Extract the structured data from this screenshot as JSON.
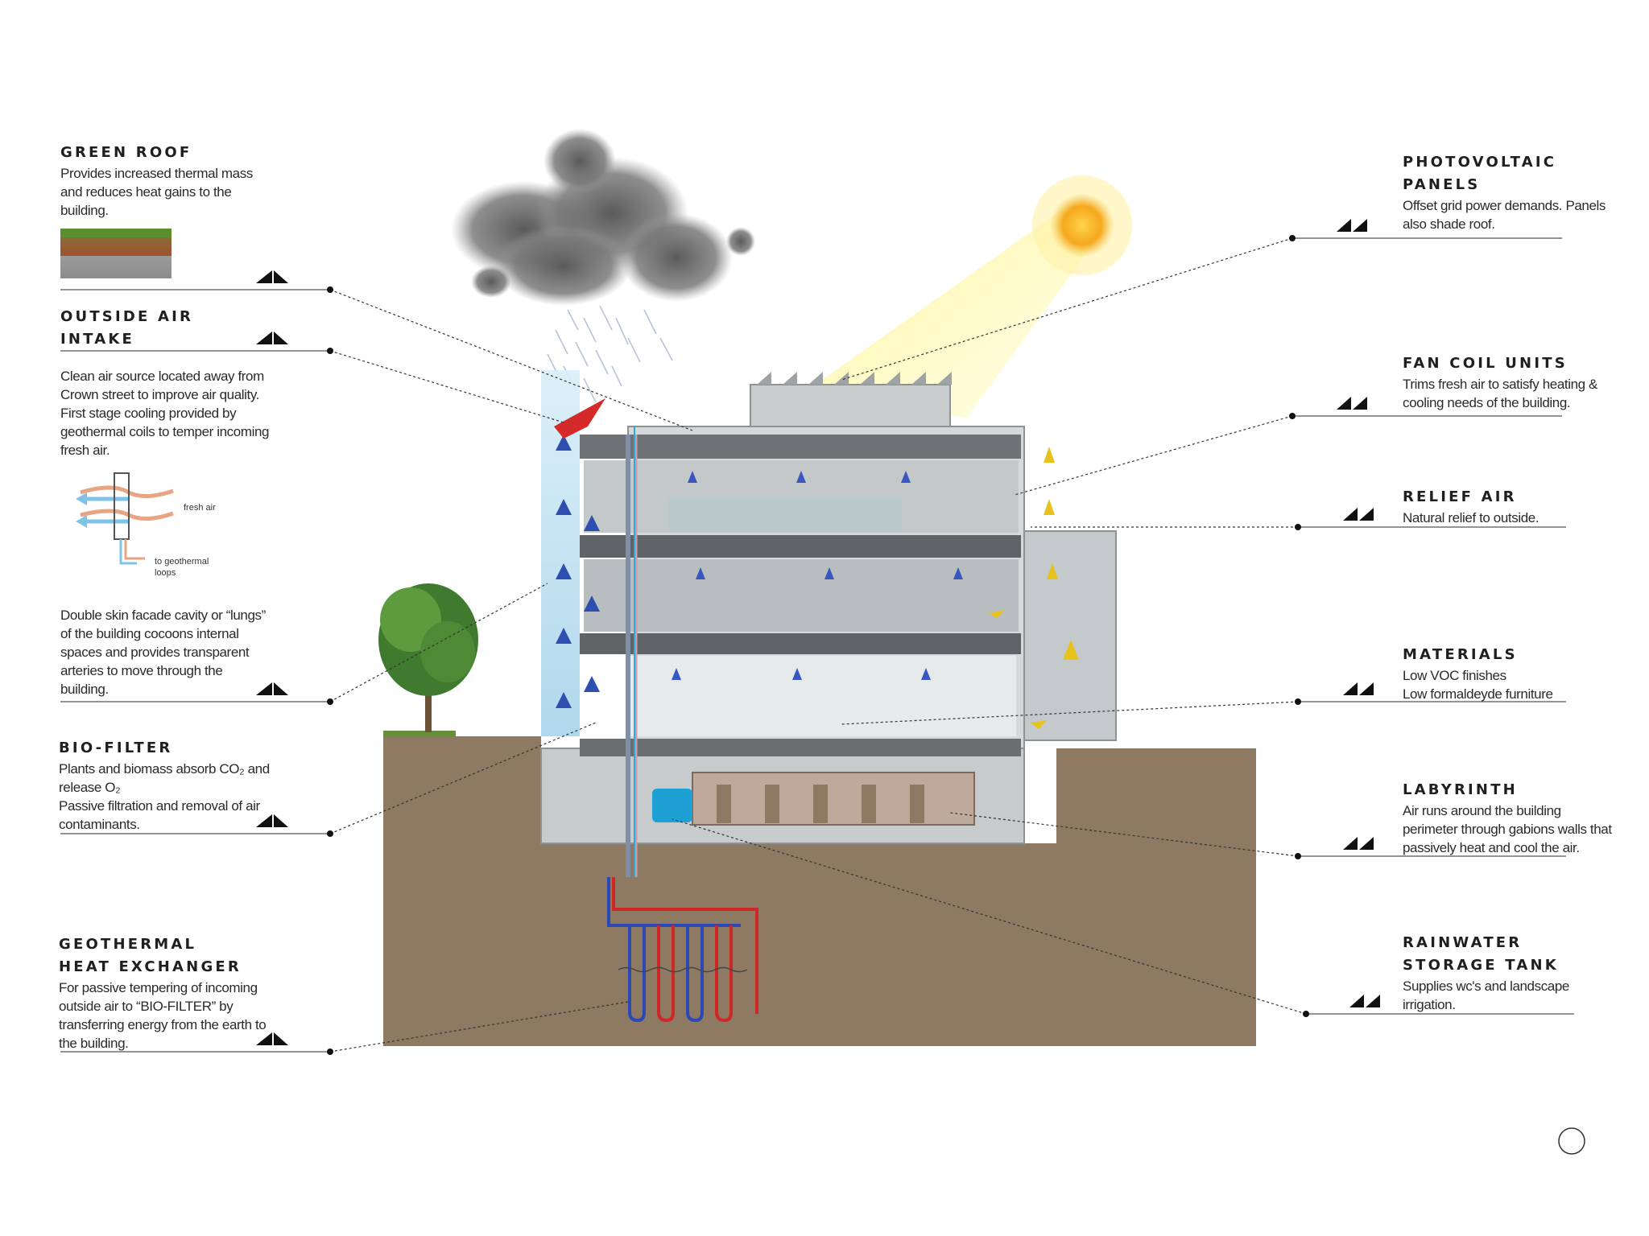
{
  "callouts_left": [
    {
      "id": "green-roof",
      "title": [
        "GREEN ROOF"
      ],
      "body": [
        "Provides increased thermal mass",
        "and reduces heat gains to the",
        "building."
      ]
    },
    {
      "id": "outside-air-intake",
      "title": [
        "OUTSIDE AIR",
        "INTAKE"
      ],
      "body": []
    },
    {
      "id": "intake-desc",
      "title": [],
      "body": [
        "Clean air source located away from",
        "Crown street to improve air quality.",
        "First stage cooling provided by",
        "geothermal coils to temper incoming",
        "fresh air."
      ]
    },
    {
      "id": "double-skin",
      "title": [],
      "body": [
        "Double skin facade cavity or “lungs”",
        "of the building cocoons internal",
        "spaces and provides transparent",
        "arteries to move through the",
        "building."
      ]
    },
    {
      "id": "bio-filter",
      "title": [
        "BIO-FILTER"
      ],
      "body": [
        "Plants and biomass absorb CO₂ and",
        "release O₂",
        "Passive filtration and removal of air",
        "contaminants."
      ]
    },
    {
      "id": "geothermal",
      "title": [
        "GEOTHERMAL",
        "HEAT EXCHANGER"
      ],
      "body": [
        "For passive tempering of incoming",
        "outside air to “BIO-FILTER” by",
        "transferring energy from the earth to",
        "the building."
      ]
    }
  ],
  "callouts_right": [
    {
      "id": "photovoltaic",
      "title": [
        "PHOTOVOLTAIC",
        "PANELS"
      ],
      "body": [
        "Offset grid power demands. Panels",
        "also shade roof."
      ]
    },
    {
      "id": "fan-coil",
      "title": [
        "FAN COIL UNITS"
      ],
      "body": [
        "Trims fresh air to satisfy heating &",
        "cooling needs of the building."
      ]
    },
    {
      "id": "relief-air",
      "title": [
        "RELIEF AIR"
      ],
      "body": [
        "Natural relief to outside."
      ]
    },
    {
      "id": "materials",
      "title": [
        "MATERIALS"
      ],
      "body": [
        "Low VOC finishes",
        "Low formaldeyde furniture"
      ]
    },
    {
      "id": "labyrinth",
      "title": [
        "LABYRINTH"
      ],
      "body": [
        "Air runs around the building",
        "perimeter through gabions walls that",
        "passively heat and cool the air."
      ]
    },
    {
      "id": "rainwater",
      "title": [
        "RAINWATER",
        "STORAGE TANK"
      ],
      "body": [
        "Supplies wc's and landscape",
        "irrigation."
      ]
    }
  ],
  "diagram_labels": {
    "fresh_air": "fresh air",
    "to_geothermal": "to geothermal",
    "loops": "loops"
  },
  "colors": {
    "earth": "#8e7a63",
    "warm_air": "#e05a3a",
    "cool_air": "#2f4fb0",
    "cavity": "#a9d6ee",
    "sun": "#f3a51c",
    "grass": "#6a8f3a"
  }
}
